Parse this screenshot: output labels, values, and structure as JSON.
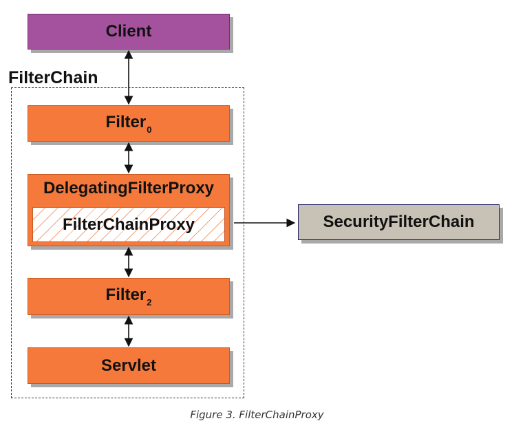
{
  "diagram": {
    "client": "Client",
    "filter_chain": "FilterChain",
    "filter0": {
      "name": "Filter",
      "sub": "0"
    },
    "delegating_filter_proxy": "DelegatingFilterProxy",
    "filter_chain_proxy": "FilterChainProxy",
    "filter2": {
      "name": "Filter",
      "sub": "2"
    },
    "servlet": "Servlet",
    "security_filter_chain": "SecurityFilterChain"
  },
  "caption": "Figure 3. FilterChainProxy",
  "colors": {
    "client": "#a4529e",
    "filter": "#f5793b",
    "security_filter_chain": "#c7c2b5",
    "shadow": "#a9a9a9"
  }
}
